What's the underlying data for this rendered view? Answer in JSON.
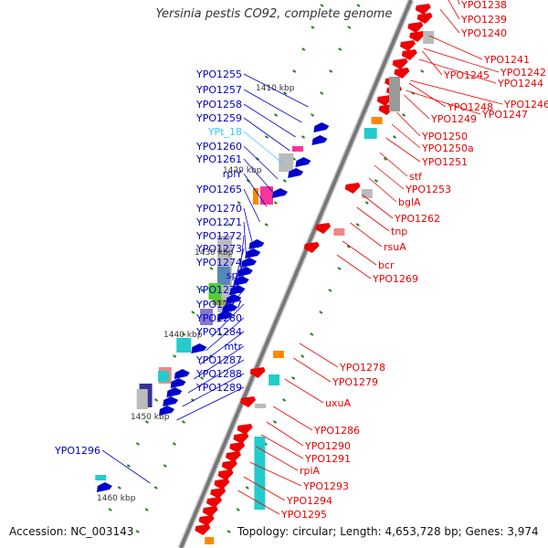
{
  "title": "Yersinia pestis CO92, complete genome",
  "footer": {
    "accession": "Accession: NC_003143",
    "topology": "Topology: circular; Length: 4,653,728 bp; Genes: 3,974"
  },
  "colors": {
    "forward": "#0000cc",
    "reverse": "#ee0000",
    "trna": "#33ccff",
    "backbone": "#777777",
    "tick": "#228822",
    "cyan": "#22cccc",
    "gray": "#bbbbbb",
    "magenta": "#ff3399",
    "green": "#55cc33",
    "orange": "#ff8800",
    "olive": "#88aa22",
    "pink": "#ee8888"
  },
  "scale_labels": [
    "1410 kbp",
    "1420 kbp",
    "1430 kbp",
    "1440 kbp",
    "1450 kbp",
    "1460 kbp"
  ],
  "forward_labels": [
    "YPO1255",
    "YPO1257",
    "YPO1258",
    "YPO1259",
    "YPt_18",
    "YPO1260",
    "YPO1261",
    "rplY",
    "YPO1265",
    "YPO1270",
    "YPO1271",
    "YPO1272",
    "YPO1273",
    "YPO1274",
    "spr",
    "YPO1276",
    "YPO1277",
    "YPO1280",
    "YPO1284",
    "mtr",
    "YPO1287",
    "YPO1288",
    "YPO1289",
    "YPO1296"
  ],
  "reverse_labels": [
    "YPO1238",
    "YPO1239",
    "YPO1240",
    "YPO1241",
    "YPO1242",
    "YPO1244",
    "YPO1245",
    "YPO1246",
    "YPO1247",
    "YPO1248",
    "YPO1249",
    "YPO1250",
    "YPO1250a",
    "YPO1251",
    "stf",
    "YPO1253",
    "bglA",
    "YPO1262",
    "tnp",
    "rsuA",
    "bcr",
    "YPO1269",
    "YPO1278",
    "YPO1279",
    "uxuA",
    "YPO1286",
    "YPO1290",
    "YPO1291",
    "rpiA",
    "YPO1293",
    "YPO1294",
    "YPO1295"
  ]
}
